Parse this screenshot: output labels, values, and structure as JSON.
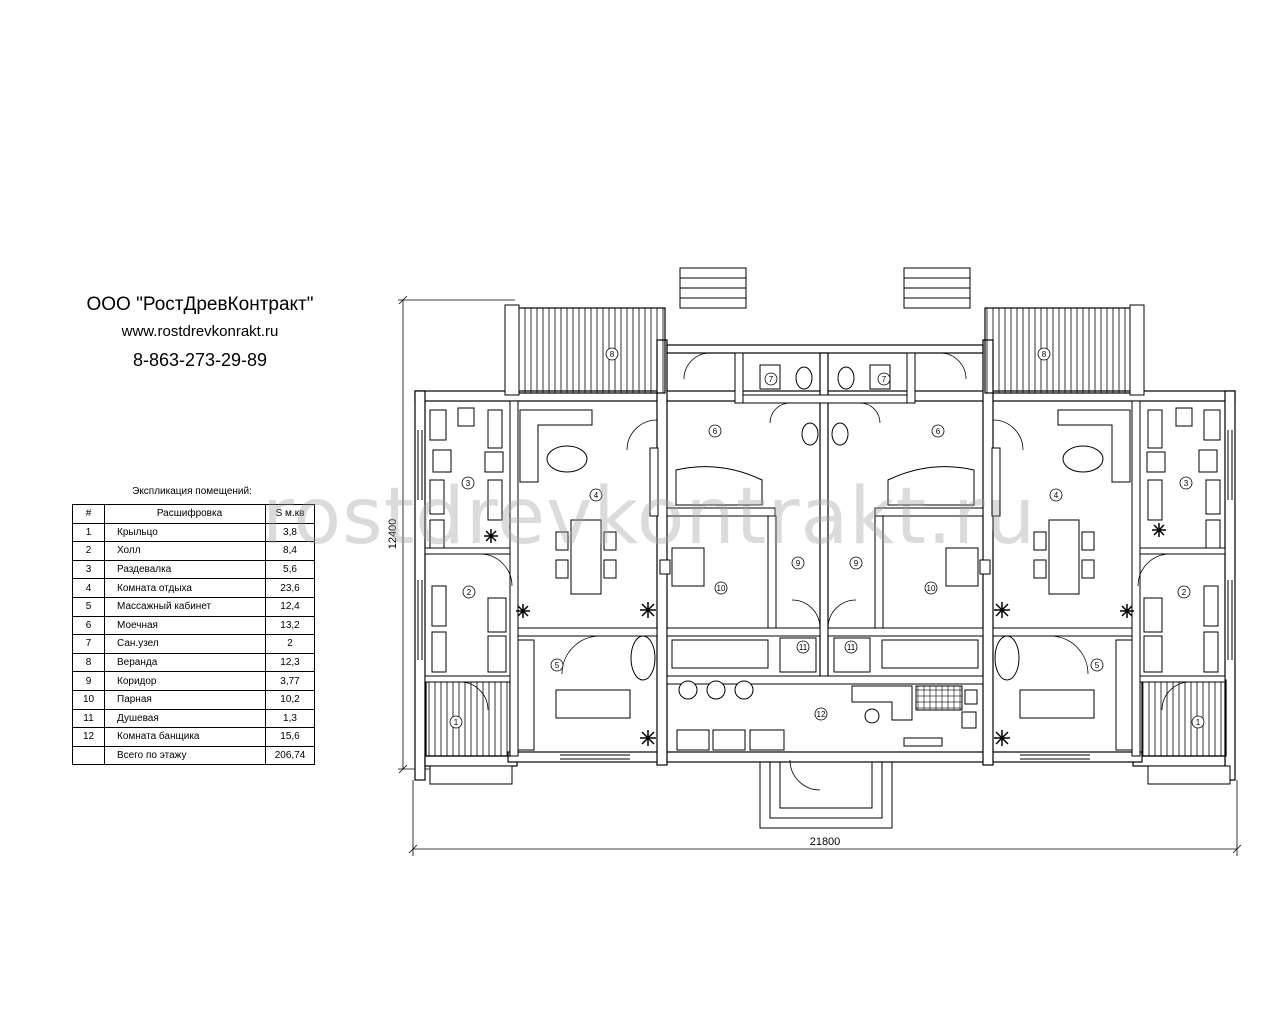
{
  "company": {
    "name": "ООО \"РостДревКонтракт\"",
    "website": "www.rostdrevkonrakt.ru",
    "phone": "8-863-273-29-89"
  },
  "explication": {
    "title": "Экспликация помещений:",
    "headers": [
      "#",
      "Расшифровка",
      "S м.кв"
    ],
    "rows": [
      [
        "1",
        "Крыльцо",
        "3,8"
      ],
      [
        "2",
        "Холл",
        "8,4"
      ],
      [
        "3",
        "Раздевалка",
        "5,6"
      ],
      [
        "4",
        "Комната отдыха",
        "23,6"
      ],
      [
        "5",
        "Массажный кабинет",
        "12,4"
      ],
      [
        "6",
        "Моечная",
        "13,2"
      ],
      [
        "7",
        "Сан.узел",
        "2"
      ],
      [
        "8",
        "Веранда",
        "12,3"
      ],
      [
        "9",
        "Коридор",
        "3,77"
      ],
      [
        "10",
        "Парная",
        "10,2"
      ],
      [
        "11",
        "Душевая",
        "1,3"
      ],
      [
        "12",
        "Комната банщика",
        "15,6"
      ],
      [
        "",
        "Всего по этажу",
        "206,74"
      ]
    ]
  },
  "dimensions": {
    "width": "21800",
    "height": "12400"
  },
  "room_markers": [
    "1",
    "2",
    "3",
    "4",
    "5",
    "6",
    "7",
    "8",
    "9",
    "10",
    "11",
    "12"
  ],
  "watermark": "rostdrevkontrakt.ru"
}
